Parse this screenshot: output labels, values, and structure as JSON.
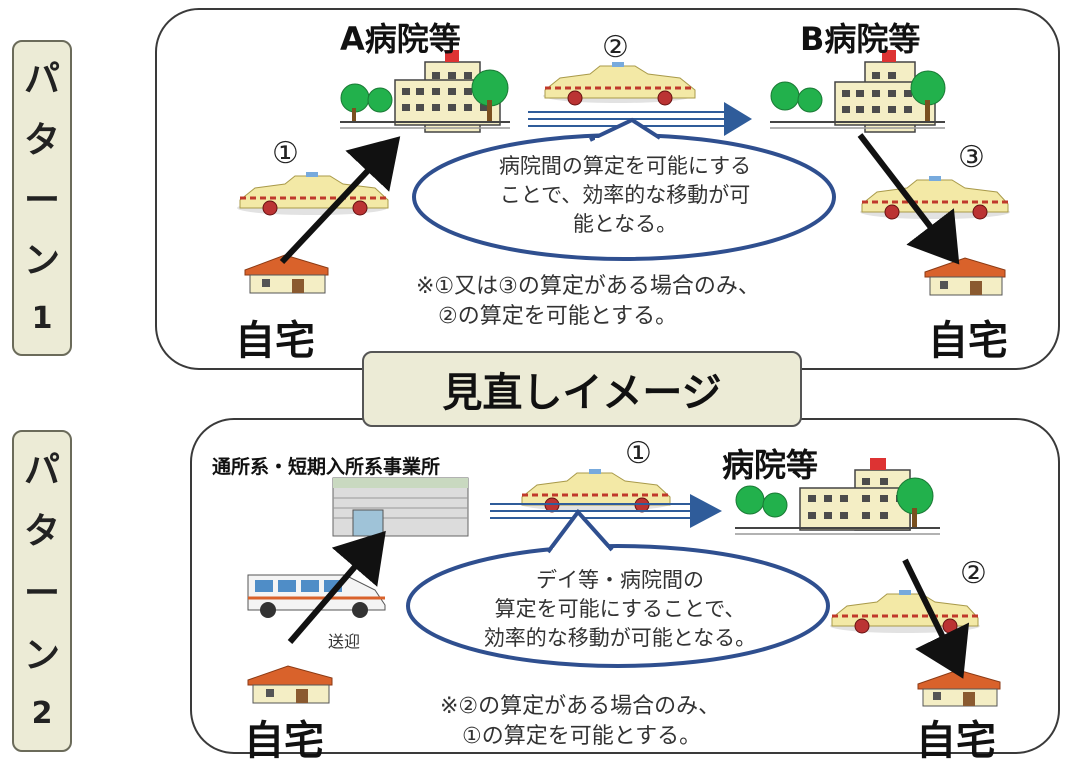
{
  "pattern1": {
    "tab": [
      "パ",
      "タ",
      "ー",
      "ン",
      "1"
    ],
    "hospital_a": "A病院等",
    "hospital_b": "B病院等",
    "home_left": "自宅",
    "home_right": "自宅",
    "num1": "①",
    "num2": "②",
    "num3": "③",
    "bubble": [
      "病院間の算定を可能にする",
      "ことで、効率的な移動が可",
      "能となる。"
    ],
    "note": [
      "※①又は③の算定がある場合のみ、",
      "②の算定を可能とする。"
    ]
  },
  "center_label": "見直しイメージ",
  "pattern2": {
    "tab": [
      "パ",
      "タ",
      "ー",
      "ン",
      "2"
    ],
    "facility": "通所系・短期入所系事業所",
    "hospital": "病院等",
    "home_left": "自宅",
    "home_right": "自宅",
    "num1": "①",
    "num2": "②",
    "pickup": "送迎",
    "bubble": [
      "デイ等・病院間の",
      "算定を可能にすることで、",
      "効率的な移動が可能となる。"
    ],
    "note": [
      "※②の算定がある場合のみ、",
      "①の算定を可能とする。"
    ]
  },
  "colors": {
    "panel_bg": "#ffffff",
    "tab_bg": "#ecebd6",
    "arrow_blue": "#2f5c9a",
    "bubble_border": "#2f4f8f",
    "taxi_body": "#f3e9a6",
    "tree_green": "#22b14c",
    "roof_orange": "#d9622b"
  }
}
